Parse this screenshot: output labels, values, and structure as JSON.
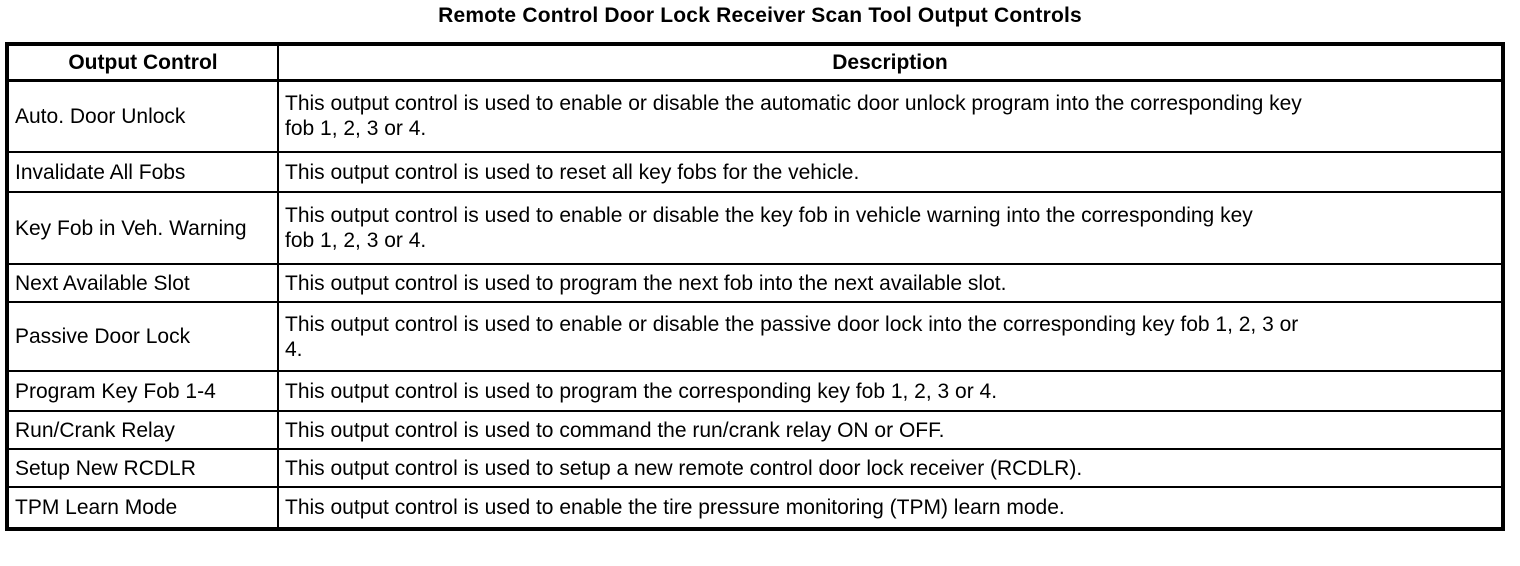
{
  "title": "Remote Control Door Lock Receiver Scan Tool Output Controls",
  "table": {
    "columns": [
      "Output Control",
      "Description"
    ],
    "rows": [
      {
        "control": "Auto. Door Unlock",
        "description": "This output control is used to enable or disable the automatic door unlock program into the corresponding key\nfob 1, 2, 3 or 4."
      },
      {
        "control": "Invalidate All Fobs",
        "description": "This output control is used to reset all key fobs for the vehicle."
      },
      {
        "control": "Key Fob in Veh. Warning",
        "description": "This output control is used to enable or disable the key fob in vehicle warning into the corresponding key\nfob 1, 2, 3 or 4."
      },
      {
        "control": "Next Available Slot",
        "description": "This output control is used to program the next fob into the next available slot."
      },
      {
        "control": "Passive Door Lock",
        "description": "This output control is used to enable or disable the passive door lock into the corresponding key fob 1, 2, 3 or\n4."
      },
      {
        "control": "Program Key Fob 1-4",
        "description": "This output control is used to program the corresponding key fob 1, 2, 3 or 4."
      },
      {
        "control": "Run/Crank Relay",
        "description": "This output control is used to command the run/crank relay ON or OFF."
      },
      {
        "control": "Setup New RCDLR",
        "description": "This output control is used to setup a new remote control door lock receiver (RCDLR)."
      },
      {
        "control": "TPM Learn Mode",
        "description": "This output control is used to enable the tire pressure monitoring (TPM) learn mode."
      }
    ]
  },
  "colors": {
    "text": "#000000",
    "background": "#ffffff",
    "border": "#000000"
  }
}
